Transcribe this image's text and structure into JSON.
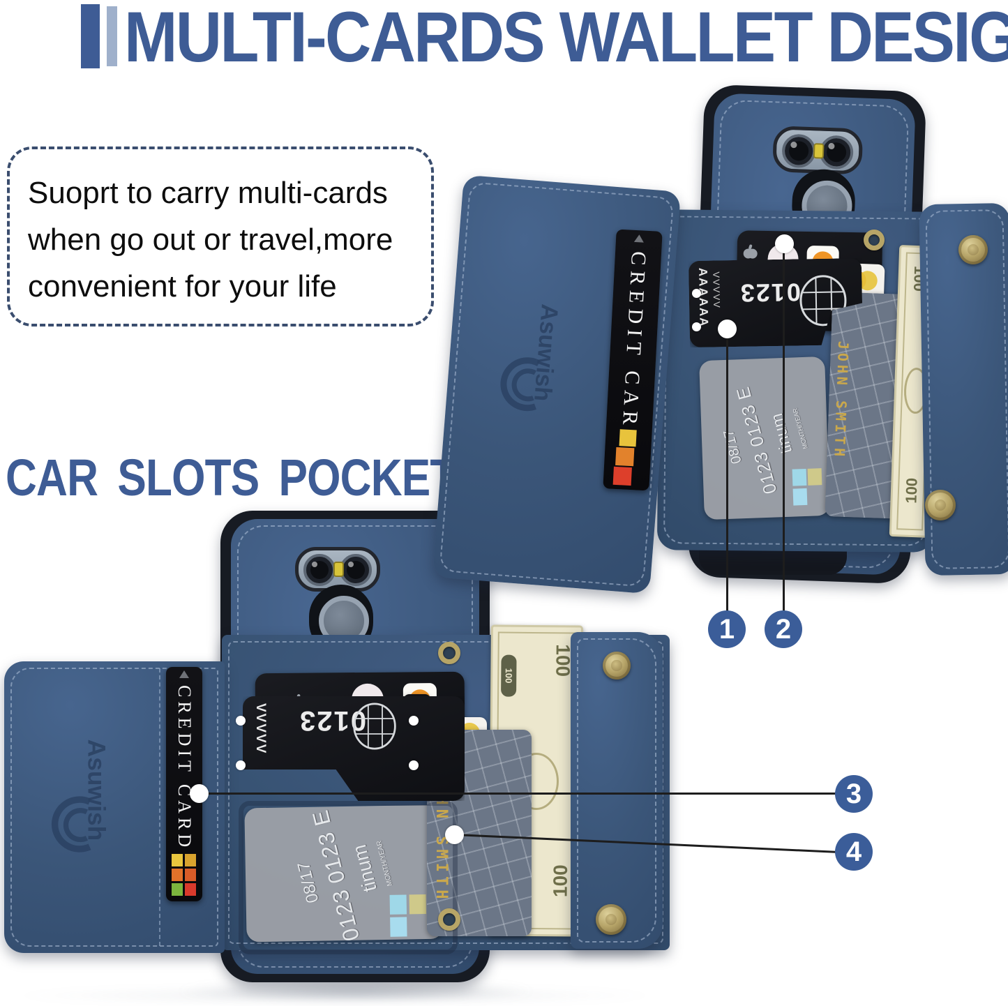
{
  "header": {
    "title": "MULTI-CARDS WALLET DESIGN",
    "accent_bar_color": "#3e5c95",
    "accent_bar_light_color": "#9fb0cb"
  },
  "info_box": {
    "line1": "Suoprt to carry multi-cards",
    "line2": "when go out or travel,more",
    "line3": "convenient for your life"
  },
  "section_heading": "CAR SLOTS POCKETS",
  "brand": {
    "logo_text": "Asuwish"
  },
  "cards": {
    "credit_card_label": "CREDIT CARD",
    "partial_label": "CRE",
    "number": "0123",
    "number_row": "0123 0123 E",
    "platinum_fragment": "tinum",
    "expiry": "08/17",
    "month_year": "MONTH/YEAR",
    "name": "JOHN SMITH",
    "emboss_marks_a": "AAAAAA",
    "emboss_marks_v": "VVVVV"
  },
  "money": {
    "denomination": "100"
  },
  "callouts": [
    {
      "num": "1"
    },
    {
      "num": "2"
    },
    {
      "num": "3"
    },
    {
      "num": "4"
    }
  ],
  "colors": {
    "accent_blue": "#3e5c95",
    "leather_blue": "#3b5679",
    "leather_dark": "#314a6b",
    "bumper_black": "#171b23",
    "brass": "#b7a567",
    "bill_cream": "#ece7cd",
    "callout_line": "#1d1d1d"
  }
}
